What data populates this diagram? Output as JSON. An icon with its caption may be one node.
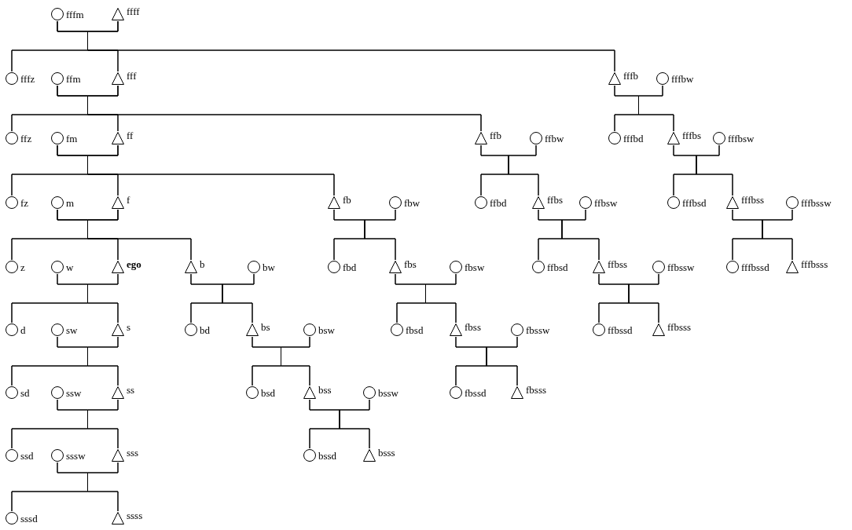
{
  "diagram": {
    "nodes": [
      {
        "text": [],
        "shape": "circle",
        "beside": [
          "fffm"
        ]
      },
      {
        "text": [],
        "shape": "triangle",
        "beside": [
          "ffff"
        ]
      },
      {
        "text": [],
        "shape": "circle",
        "beside": [
          "fffz"
        ]
      },
      {
        "text": [],
        "shape": "circle",
        "beside": [
          "ffm"
        ]
      },
      {
        "text": [],
        "shape": "triangle",
        "beside": [
          "fff"
        ]
      },
      {
        "text": [],
        "shape": "triangle",
        "beside": [
          "fffb"
        ]
      },
      {
        "text": [],
        "shape": "circle",
        "beside": [
          "fffbw"
        ]
      },
      {
        "text": [],
        "shape": "circle",
        "beside": [
          "ffz"
        ]
      },
      {
        "text": [],
        "shape": "circle",
        "beside": [
          "fm"
        ]
      },
      {
        "text": [],
        "shape": "triangle",
        "beside": [
          "ff"
        ]
      },
      {
        "text": [],
        "shape": "triangle",
        "beside": [
          "ffb"
        ]
      },
      {
        "text": [],
        "shape": "circle",
        "beside": [
          "ffbw"
        ]
      },
      {
        "text": [],
        "shape": "circle",
        "beside": [
          "fffbd"
        ]
      },
      {
        "text": [],
        "shape": "triangle",
        "beside": [
          "fffbs"
        ]
      },
      {
        "text": [],
        "shape": "circle",
        "beside": [
          "fffbsw"
        ]
      },
      {
        "text": [],
        "shape": "circle",
        "beside": [
          "fz"
        ]
      },
      {
        "text": [],
        "shape": "circle",
        "beside": [
          "m"
        ]
      },
      {
        "text": [],
        "shape": "triangle",
        "beside": [
          "f"
        ]
      },
      {
        "text": [],
        "shape": "triangle",
        "beside": [
          "fb"
        ]
      },
      {
        "text": [],
        "shape": "circle",
        "beside": [
          "fbw"
        ]
      },
      {
        "text": [],
        "shape": "circle",
        "beside": [
          "ffbd"
        ]
      },
      {
        "text": [],
        "shape": "triangle",
        "beside": [
          "ffbs"
        ]
      },
      {
        "text": [],
        "shape": "circle",
        "beside": [
          "ffbsw"
        ]
      },
      {
        "text": [],
        "shape": "circle",
        "beside": [
          "fffbsd"
        ]
      },
      {
        "text": [],
        "shape": "triangle",
        "beside": [
          "fffbss"
        ]
      },
      {
        "text": [],
        "shape": "circle",
        "beside": [
          "fffbssw"
        ]
      },
      {
        "text": [],
        "shape": "circle",
        "beside": [
          "z"
        ]
      },
      {
        "text": [],
        "shape": "circle",
        "beside": [
          "w"
        ]
      },
      {
        "text": [],
        "shape": "triangle",
        "beside": [
          "ego"
        ]
      },
      {
        "text": [],
        "shape": "triangle",
        "beside": [
          "b"
        ]
      },
      {
        "text": [],
        "shape": "circle",
        "beside": [
          "bw"
        ]
      },
      {
        "text": [],
        "shape": "circle",
        "beside": [
          "fbd"
        ]
      },
      {
        "text": [],
        "shape": "triangle",
        "beside": [
          "fbs"
        ]
      },
      {
        "text": [],
        "shape": "circle",
        "beside": [
          "fbsw"
        ]
      },
      {
        "text": [],
        "shape": "circle",
        "beside": [
          "ffbsd"
        ]
      },
      {
        "text": [],
        "shape": "triangle",
        "beside": [
          "ffbss"
        ]
      },
      {
        "text": [],
        "shape": "circle",
        "beside": [
          "ffbssw"
        ]
      },
      {
        "text": [],
        "shape": "circle",
        "beside": [
          "fffbssd"
        ]
      },
      {
        "text": [],
        "shape": "triangle",
        "beside": [
          "fffbsss"
        ]
      },
      {
        "text": [],
        "shape": "circle",
        "beside": [
          "d"
        ]
      },
      {
        "text": [],
        "shape": "circle",
        "beside": [
          "sw"
        ]
      },
      {
        "text": [],
        "shape": "triangle",
        "beside": [
          "s"
        ]
      },
      {
        "text": [],
        "shape": "circle",
        "beside": [
          "bd"
        ]
      },
      {
        "text": [],
        "shape": "triangle",
        "beside": [
          "bs"
        ]
      },
      {
        "text": [],
        "shape": "circle",
        "beside": [
          "bsw"
        ]
      },
      {
        "text": [],
        "shape": "circle",
        "beside": [
          "fbsd"
        ]
      },
      {
        "text": [],
        "shape": "triangle",
        "beside": [
          "fbss"
        ]
      },
      {
        "text": [],
        "shape": "circle",
        "beside": [
          "fbssw"
        ]
      },
      {
        "text": [],
        "shape": "circle",
        "beside": [
          "ffbssd"
        ]
      },
      {
        "text": [],
        "shape": "triangle",
        "beside": [
          "ffbsss"
        ]
      },
      {
        "text": [],
        "shape": "circle",
        "beside": [
          "sd"
        ]
      },
      {
        "text": [],
        "shape": "circle",
        "beside": [
          "ssw"
        ]
      },
      {
        "text": [],
        "shape": "triangle",
        "beside": [
          "ss"
        ]
      },
      {
        "text": [],
        "shape": "circle",
        "beside": [
          "bsd"
        ]
      },
      {
        "text": [],
        "shape": "triangle",
        "beside": [
          "bss"
        ]
      },
      {
        "text": [],
        "shape": "circle",
        "beside": [
          "bssw"
        ]
      },
      {
        "text": [],
        "shape": "circle",
        "beside": [
          "fbssd"
        ]
      },
      {
        "text": [],
        "shape": "triangle",
        "beside": [
          "fbsss"
        ]
      },
      {
        "text": [],
        "shape": "circle",
        "beside": [
          "ssd"
        ]
      },
      {
        "text": [],
        "shape": "circle",
        "beside": [
          "sssw"
        ]
      },
      {
        "text": [],
        "shape": "triangle",
        "beside": [
          "sss"
        ]
      },
      {
        "text": [],
        "shape": "circle",
        "beside": [
          "bssd"
        ]
      },
      {
        "text": [],
        "shape": "triangle",
        "beside": [
          "bsss"
        ]
      },
      {
        "text": [],
        "shape": "circle",
        "beside": [
          "sssd"
        ]
      },
      {
        "text": [],
        "shape": "triangle",
        "beside": [
          "ssss"
        ]
      }
    ],
    "edges": [
      {
        "from": 0,
        "to": 2,
        "arrow": "none"
      },
      {
        "from": 1,
        "to": 2,
        "arrow": "none"
      },
      {
        "from": 0,
        "to": 4,
        "arrow": "none"
      },
      {
        "from": 1,
        "to": 4,
        "arrow": "none"
      },
      {
        "from": 0,
        "to": 5,
        "arrow": "none"
      },
      {
        "from": 1,
        "to": 5,
        "arrow": "none"
      },
      {
        "from": 3,
        "to": 7,
        "arrow": "none"
      },
      {
        "from": 4,
        "to": 7,
        "arrow": "none"
      },
      {
        "from": 3,
        "to": 9,
        "arrow": "none"
      },
      {
        "from": 4,
        "to": 9,
        "arrow": "none"
      },
      {
        "from": 3,
        "to": 10,
        "arrow": "none"
      },
      {
        "from": 4,
        "to": 10,
        "arrow": "none"
      },
      {
        "from": 5,
        "to": 12,
        "arrow": "none"
      },
      {
        "from": 6,
        "to": 12,
        "arrow": "none"
      },
      {
        "from": 5,
        "to": 13,
        "arrow": "none"
      },
      {
        "from": 6,
        "to": 13,
        "arrow": "none"
      },
      {
        "from": 8,
        "to": 15,
        "arrow": "none"
      },
      {
        "from": 9,
        "to": 15,
        "arrow": "none"
      },
      {
        "from": 8,
        "to": 17,
        "arrow": "none"
      },
      {
        "from": 9,
        "to": 17,
        "arrow": "none"
      },
      {
        "from": 8,
        "to": 18,
        "arrow": "none"
      },
      {
        "from": 9,
        "to": 18,
        "arrow": "none"
      },
      {
        "from": 10,
        "to": 20,
        "arrow": "none"
      },
      {
        "from": 11,
        "to": 20,
        "arrow": "none"
      },
      {
        "from": 10,
        "to": 21,
        "arrow": "none"
      },
      {
        "from": 11,
        "to": 21,
        "arrow": "none"
      },
      {
        "from": 13,
        "to": 23,
        "arrow": "none"
      },
      {
        "from": 14,
        "to": 23,
        "arrow": "none"
      },
      {
        "from": 13,
        "to": 24,
        "arrow": "none"
      },
      {
        "from": 14,
        "to": 24,
        "arrow": "none"
      },
      {
        "from": 16,
        "to": 26,
        "arrow": "none"
      },
      {
        "from": 17,
        "to": 26,
        "arrow": "none"
      },
      {
        "from": 16,
        "to": 28,
        "arrow": "none"
      },
      {
        "from": 17,
        "to": 28,
        "arrow": "none"
      },
      {
        "from": 16,
        "to": 29,
        "arrow": "none"
      },
      {
        "from": 17,
        "to": 29,
        "arrow": "none"
      },
      {
        "from": 18,
        "to": 31,
        "arrow": "none"
      },
      {
        "from": 19,
        "to": 31,
        "arrow": "none"
      },
      {
        "from": 18,
        "to": 32,
        "arrow": "none"
      },
      {
        "from": 19,
        "to": 32,
        "arrow": "none"
      },
      {
        "from": 21,
        "to": 34,
        "arrow": "none"
      },
      {
        "from": 22,
        "to": 34,
        "arrow": "none"
      },
      {
        "from": 21,
        "to": 35,
        "arrow": "none"
      },
      {
        "from": 22,
        "to": 35,
        "arrow": "none"
      },
      {
        "from": 24,
        "to": 37,
        "arrow": "none"
      },
      {
        "from": 25,
        "to": 37,
        "arrow": "none"
      },
      {
        "from": 24,
        "to": 38,
        "arrow": "none"
      },
      {
        "from": 25,
        "to": 38,
        "arrow": "none"
      },
      {
        "from": 27,
        "to": 39,
        "arrow": "none"
      },
      {
        "from": 28,
        "to": 39,
        "arrow": "none"
      },
      {
        "from": 27,
        "to": 41,
        "arrow": "none"
      },
      {
        "from": 28,
        "to": 41,
        "arrow": "none"
      },
      {
        "from": 29,
        "to": 42,
        "arrow": "none"
      },
      {
        "from": 30,
        "to": 42,
        "arrow": "none"
      },
      {
        "from": 29,
        "to": 43,
        "arrow": "none"
      },
      {
        "from": 30,
        "to": 43,
        "arrow": "none"
      },
      {
        "from": 32,
        "to": 45,
        "arrow": "none"
      },
      {
        "from": 33,
        "to": 45,
        "arrow": "none"
      },
      {
        "from": 32,
        "to": 46,
        "arrow": "none"
      },
      {
        "from": 33,
        "to": 46,
        "arrow": "none"
      },
      {
        "from": 35,
        "to": 48,
        "arrow": "none"
      },
      {
        "from": 36,
        "to": 48,
        "arrow": "none"
      },
      {
        "from": 35,
        "to": 49,
        "arrow": "none"
      },
      {
        "from": 36,
        "to": 49,
        "arrow": "none"
      },
      {
        "from": 40,
        "to": 50,
        "arrow": "none"
      },
      {
        "from": 41,
        "to": 50,
        "arrow": "none"
      },
      {
        "from": 40,
        "to": 52,
        "arrow": "none"
      },
      {
        "from": 41,
        "to": 52,
        "arrow": "none"
      },
      {
        "from": 43,
        "to": 53,
        "arrow": "none"
      },
      {
        "from": 44,
        "to": 53,
        "arrow": "none"
      },
      {
        "from": 43,
        "to": 54,
        "arrow": "none"
      },
      {
        "from": 44,
        "to": 54,
        "arrow": "none"
      },
      {
        "from": 46,
        "to": 56,
        "arrow": "none"
      },
      {
        "from": 47,
        "to": 56,
        "arrow": "none"
      },
      {
        "from": 46,
        "to": 57,
        "arrow": "none"
      },
      {
        "from": 47,
        "to": 57,
        "arrow": "none"
      },
      {
        "from": 51,
        "to": 58,
        "arrow": "none"
      },
      {
        "from": 52,
        "to": 58,
        "arrow": "none"
      },
      {
        "from": 51,
        "to": 60,
        "arrow": "none"
      },
      {
        "from": 52,
        "to": 60,
        "arrow": "none"
      },
      {
        "from": 54,
        "to": 61,
        "arrow": "none"
      },
      {
        "from": 55,
        "to": 61,
        "arrow": "none"
      },
      {
        "from": 54,
        "to": 62,
        "arrow": "none"
      },
      {
        "from": 55,
        "to": 62,
        "arrow": "none"
      },
      {
        "from": 59,
        "to": 63,
        "arrow": "none"
      },
      {
        "from": 60,
        "to": 63,
        "arrow": "none"
      },
      {
        "from": 59,
        "to": 64,
        "arrow": "none"
      },
      {
        "from": 60,
        "to": 64,
        "arrow": "none"
      }
    ]
  }
}
